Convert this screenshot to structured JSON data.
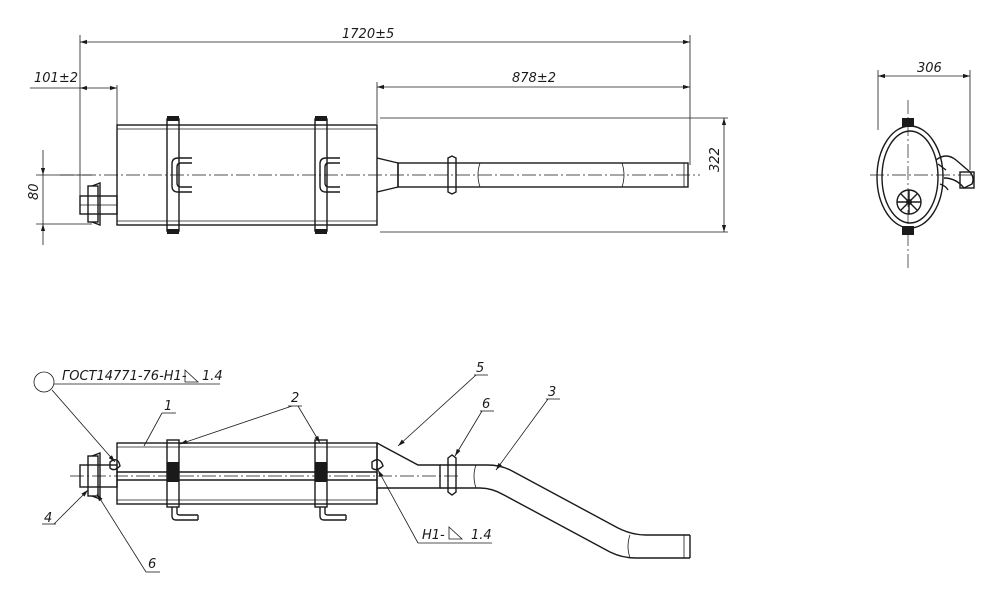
{
  "dimensions": {
    "overall_length": "1720±5",
    "inlet_offset": "101±2",
    "tail_length": "878±2",
    "height": "322",
    "inlet_height": "80",
    "width": "306"
  },
  "callouts": {
    "weld_spec_top": "ГОСТ14771-76-Н1-",
    "weld_leg_top": "1.4",
    "weld_spec_bottom": "Н1-",
    "weld_leg_bottom": "1.4",
    "part_1": "1",
    "part_2": "2",
    "part_3": "3",
    "part_4": "4",
    "part_5": "5",
    "part_6_right": "6",
    "part_6_left": "6"
  }
}
